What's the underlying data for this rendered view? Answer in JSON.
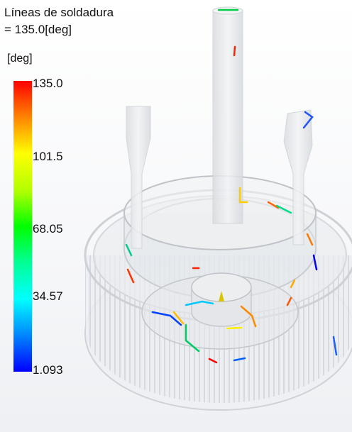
{
  "legend": {
    "title_line1": "Líneas de soldadura",
    "title_line2": "= 135.0[deg]",
    "unit": "[deg]",
    "ticks": [
      "135.0",
      "101.5",
      "68.05",
      "34.57",
      "1.093"
    ],
    "colors": [
      "#ff0000",
      "#ffff00",
      "#00ff00",
      "#00ffff",
      "#0000ff"
    ]
  },
  "model": {
    "description_icon": "gear-part-3d-icon"
  }
}
